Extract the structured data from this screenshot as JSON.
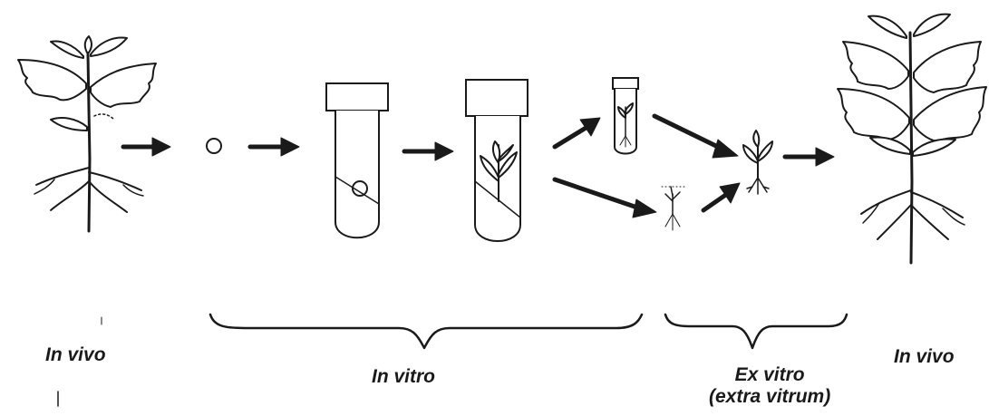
{
  "labels": {
    "in_vivo_left": "In  vivo",
    "in_vitro": "In  vitro",
    "ex_vitro_line1": "Ex  vitro",
    "ex_vitro_line2": "(extra  vitrum)",
    "in_vivo_right": "In  vivo"
  },
  "colors": {
    "ink": "#1a1a1a",
    "background": "#ffffff"
  }
}
